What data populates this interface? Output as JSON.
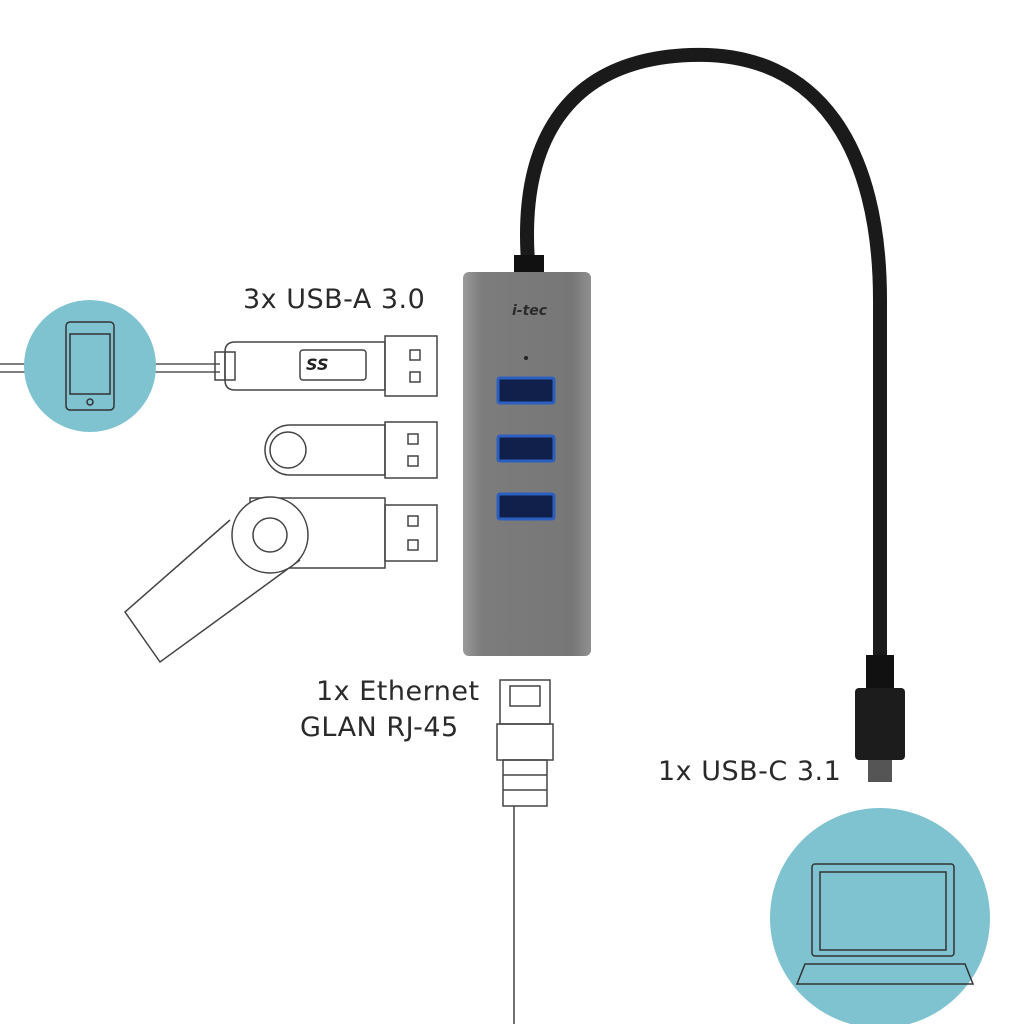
{
  "labels": {
    "usb_a": "3x USB-A 3.0",
    "ethernet_line1": "1x Ethernet",
    "ethernet_line2": "GLAN RJ-45",
    "usb_c": "1x USB-C 3.1"
  },
  "hub": {
    "brand_logo": "i-tec"
  },
  "usb_logo": "SS",
  "colors": {
    "circle": "#7fc3d1",
    "hub": "#7a7a7a",
    "port": "#2b5fc0",
    "cable": "#1a1a1a"
  }
}
